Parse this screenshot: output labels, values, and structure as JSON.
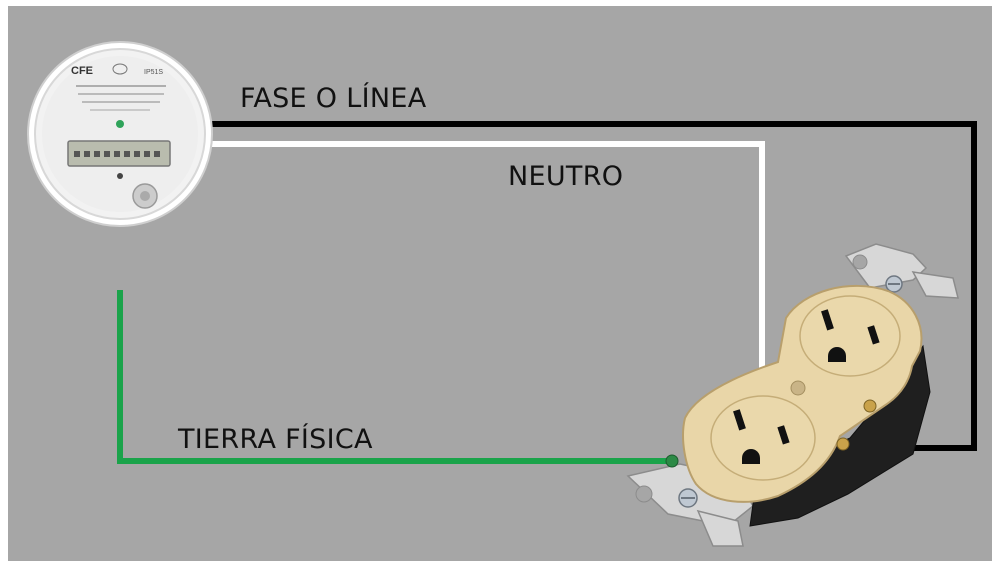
{
  "labels": {
    "phase": "FASE O LÍNEA",
    "neutral": "NEUTRO",
    "ground": "TIERRA FÍSICA"
  },
  "meter": {
    "brand": "CFE",
    "code": "IP51S"
  },
  "colors": {
    "background": "#a6a6a6",
    "phase_wire": "#000000",
    "neutral_wire": "#ffffff",
    "ground_wire": "#1aa34a",
    "outlet_body": "#e9d6a8"
  }
}
